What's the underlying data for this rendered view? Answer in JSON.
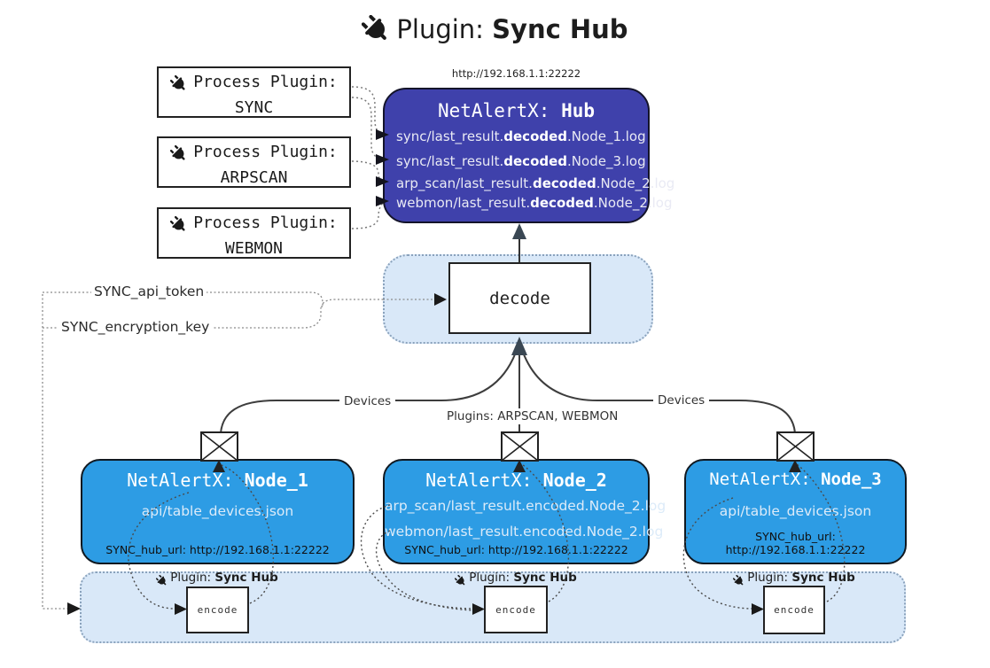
{
  "title": {
    "prefix": "Plugin: ",
    "name": "Sync Hub"
  },
  "hub": {
    "url": "http://192.168.1.1:22222",
    "title_prefix": "NetAlertX: ",
    "title_name": "Hub",
    "logs": [
      {
        "pre": "sync/last_result.",
        "bold": "decoded",
        "post": ".Node_1.log"
      },
      {
        "pre": "sync/last_result.",
        "bold": "decoded",
        "post": ".Node_3.log"
      },
      {
        "pre": "arp_scan/last_result.",
        "bold": "decoded",
        "post": ".Node_2.log"
      },
      {
        "pre": "webmon/last_result.",
        "bold": "decoded",
        "post": ".Node_2.log"
      }
    ]
  },
  "process_plugins": [
    {
      "label": "Process Plugin:",
      "name": "SYNC"
    },
    {
      "label": "Process Plugin:",
      "name": "ARPSCAN"
    },
    {
      "label": "Process Plugin:",
      "name": "WEBMON"
    }
  ],
  "decode": {
    "label": "decode"
  },
  "keys": {
    "api_token": "SYNC_api_token",
    "encryption_key": "SYNC_encryption_key"
  },
  "edges": {
    "devices_left": "Devices",
    "devices_right": "Devices",
    "plugins_mid": "Plugins: ARPSCAN, WEBMON"
  },
  "nodes": [
    {
      "title_prefix": "NetAlertX: ",
      "title_name": "Node_1",
      "files": [
        "api/table_devices.json"
      ],
      "hub_url": "SYNC_hub_url: http://192.168.1.1:22222"
    },
    {
      "title_prefix": "NetAlertX: ",
      "title_name": "Node_2",
      "files": [
        "arp_scan/last_result.encoded.Node_2.log",
        "webmon/last_result.encoded.Node_2.log"
      ],
      "hub_url": "SYNC_hub_url: http://192.168.1.1:22222"
    },
    {
      "title_prefix": "NetAlertX: ",
      "title_name": "Node_3",
      "files": [
        "api/table_devices.json"
      ],
      "hub_url": "SYNC_hub_url: http://192.168.1.1:22222"
    }
  ],
  "encoders": [
    {
      "label_prefix": "Plugin: ",
      "label_name": "Sync Hub",
      "box_label": "encode"
    },
    {
      "label_prefix": "Plugin: ",
      "label_name": "Sync Hub",
      "box_label": "encode"
    },
    {
      "label_prefix": "Plugin: ",
      "label_name": "Sync Hub",
      "box_label": "encode"
    }
  ],
  "colors": {
    "hub_bg": "#3F41AB",
    "node_bg": "#2D9CE4",
    "panel_bg": "#D9E8F8",
    "panel_border": "#8AA2BC",
    "line": "#3d3d3d",
    "arrow_dark": "#3A4753"
  }
}
